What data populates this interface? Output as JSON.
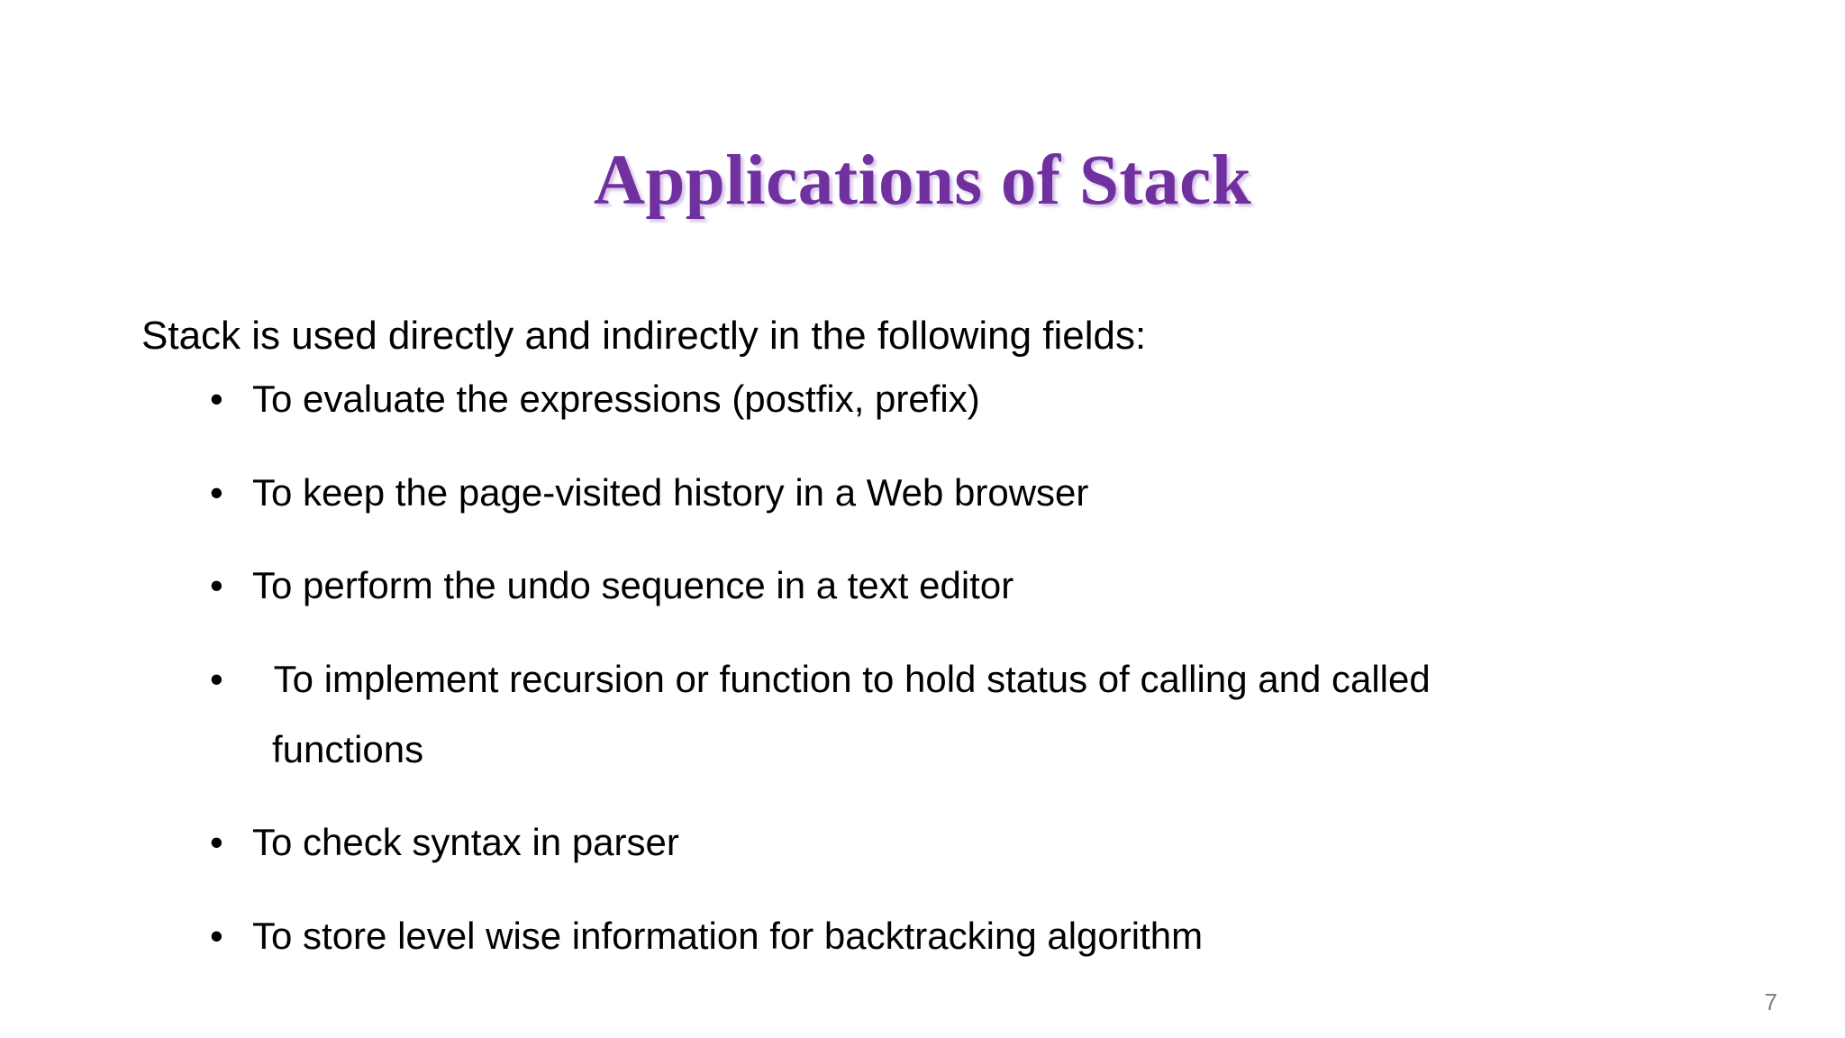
{
  "slide": {
    "title": "Applications of Stack",
    "title_color": "#7030A0",
    "background_color": "#ffffff",
    "intro": "Stack is used directly and indirectly in the following fields:",
    "bullet_marker": "•",
    "bullets": [
      {
        "text": "To evaluate the expressions (postfix, prefix)",
        "wraps": false
      },
      {
        "text": "To keep the page-visited history in a Web browser",
        "wraps": false
      },
      {
        "text": "To perform the undo sequence in a text editor",
        "wraps": false
      },
      {
        "text": " To implement recursion or function to hold status of calling and called",
        "continuation": "functions",
        "wraps": true
      },
      {
        "text": "To check syntax in parser",
        "wraps": false
      },
      {
        "text": "To store level wise information for backtracking algorithm",
        "wraps": false
      }
    ],
    "page_number": "7",
    "page_number_color": "#808080"
  }
}
